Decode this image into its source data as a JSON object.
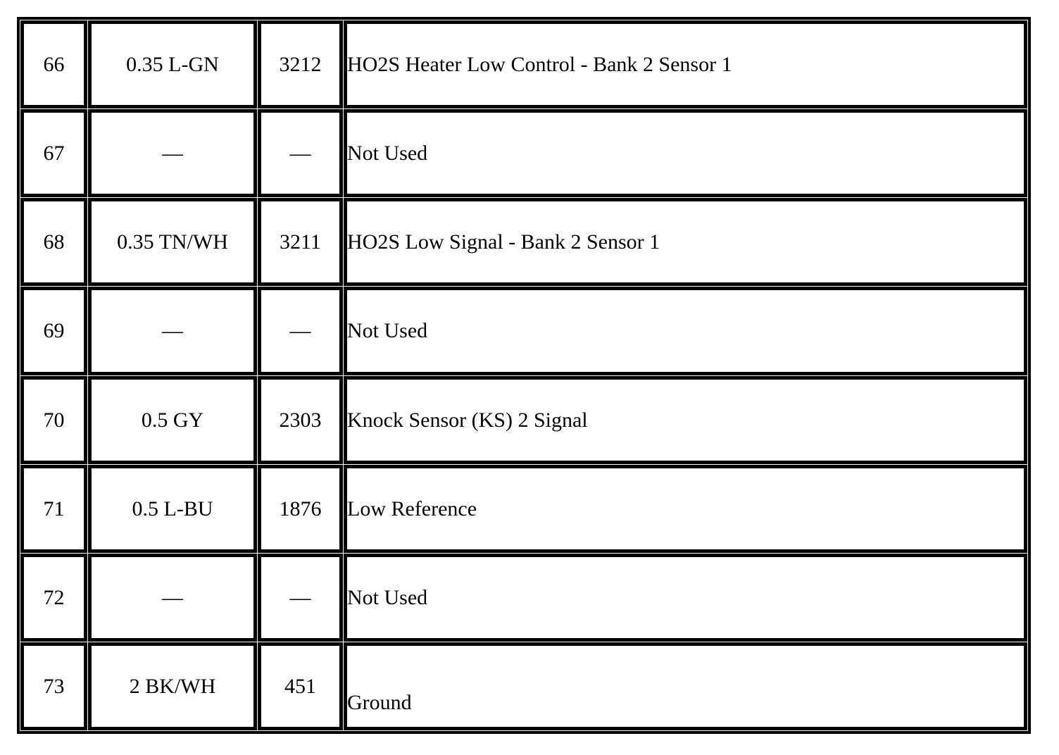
{
  "document": {
    "kind": "connector-pin-assignment-table",
    "background_color": "#ffffff",
    "text_color": "#000000",
    "border_color": "#000000"
  },
  "table": {
    "column_count": 4,
    "row_count": 8,
    "columns": [
      {
        "key": "pin",
        "align": "center"
      },
      {
        "key": "wire",
        "align": "center"
      },
      {
        "key": "circuit",
        "align": "center"
      },
      {
        "key": "description",
        "align": "left"
      }
    ],
    "not_used_marker": "—",
    "rows": [
      {
        "pin": "66",
        "wire": "0.35 L-GN",
        "circuit": "3212",
        "description": "HO2S Heater Low Control - Bank 2 Sensor 1"
      },
      {
        "pin": "67",
        "wire": "—",
        "circuit": "—",
        "description": "Not Used"
      },
      {
        "pin": "68",
        "wire": "0.35 TN/WH",
        "circuit": "3211",
        "description": "HO2S Low Signal - Bank 2 Sensor 1"
      },
      {
        "pin": "69",
        "wire": "—",
        "circuit": "—",
        "description": "Not Used"
      },
      {
        "pin": "70",
        "wire": "0.5 GY",
        "circuit": "2303",
        "description": "Knock Sensor (KS) 2 Signal"
      },
      {
        "pin": "71",
        "wire": "0.5 L-BU",
        "circuit": "1876",
        "description": "Low Reference"
      },
      {
        "pin": "72",
        "wire": "—",
        "circuit": "—",
        "description": "Not Used"
      },
      {
        "pin": "73",
        "wire": "2 BK/WH",
        "circuit": "451",
        "description": "Ground"
      }
    ]
  }
}
